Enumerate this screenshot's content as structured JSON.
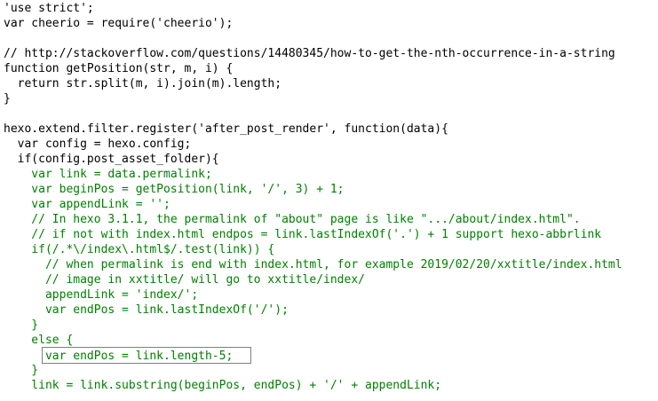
{
  "code": {
    "lines": [
      {
        "text": "'use strict';",
        "color": "#000000"
      },
      {
        "text": "var cheerio = require('cheerio');",
        "color": "#000000"
      },
      {
        "text": "",
        "color": "#000000"
      },
      {
        "text": "// http://stackoverflow.com/questions/14480345/how-to-get-the-nth-occurrence-in-a-string",
        "color": "#000000"
      },
      {
        "text": "function getPosition(str, m, i) {",
        "color": "#000000"
      },
      {
        "text": "  return str.split(m, i).join(m).length;",
        "color": "#000000"
      },
      {
        "text": "}",
        "color": "#000000"
      },
      {
        "text": "",
        "color": "#000000"
      },
      {
        "text": "hexo.extend.filter.register('after_post_render', function(data){",
        "color": "#000000"
      },
      {
        "text": "  var config = hexo.config;",
        "color": "#000000"
      },
      {
        "text": "  if(config.post_asset_folder){",
        "color": "#000000"
      },
      {
        "text": "    var link = data.permalink;",
        "color": "#008000"
      },
      {
        "text": "    var beginPos = getPosition(link, '/', 3) + 1;",
        "color": "#008000"
      },
      {
        "text": "    var appendLink = '';",
        "color": "#008000"
      },
      {
        "text": "    // In hexo 3.1.1, the permalink of \"about\" page is like \".../about/index.html\".",
        "color": "#008000"
      },
      {
        "text": "    // if not with index.html endpos = link.lastIndexOf('.') + 1 support hexo-abbrlink",
        "color": "#008000"
      },
      {
        "text": "    if(/.*\\/index\\.html$/.test(link)) {",
        "color": "#008000"
      },
      {
        "text": "      // when permalink is end with index.html, for example 2019/02/20/xxtitle/index.html",
        "color": "#008000"
      },
      {
        "text": "      // image in xxtitle/ will go to xxtitle/index/",
        "color": "#008000"
      },
      {
        "text": "      appendLink = 'index/';",
        "color": "#008000"
      },
      {
        "text": "      var endPos = link.lastIndexOf('/');",
        "color": "#008000"
      },
      {
        "text": "    }",
        "color": "#008000"
      },
      {
        "text": "    else {",
        "color": "#008000"
      },
      {
        "text": "      var endPos = link.length-5;",
        "color": "#008000"
      },
      {
        "text": "    }",
        "color": "#008000"
      },
      {
        "text": "    link = link.substring(beginPos, endPos) + '/' + appendLink;",
        "color": "#008000"
      }
    ]
  },
  "highlight": {
    "border_color": "#7f7f7f"
  }
}
